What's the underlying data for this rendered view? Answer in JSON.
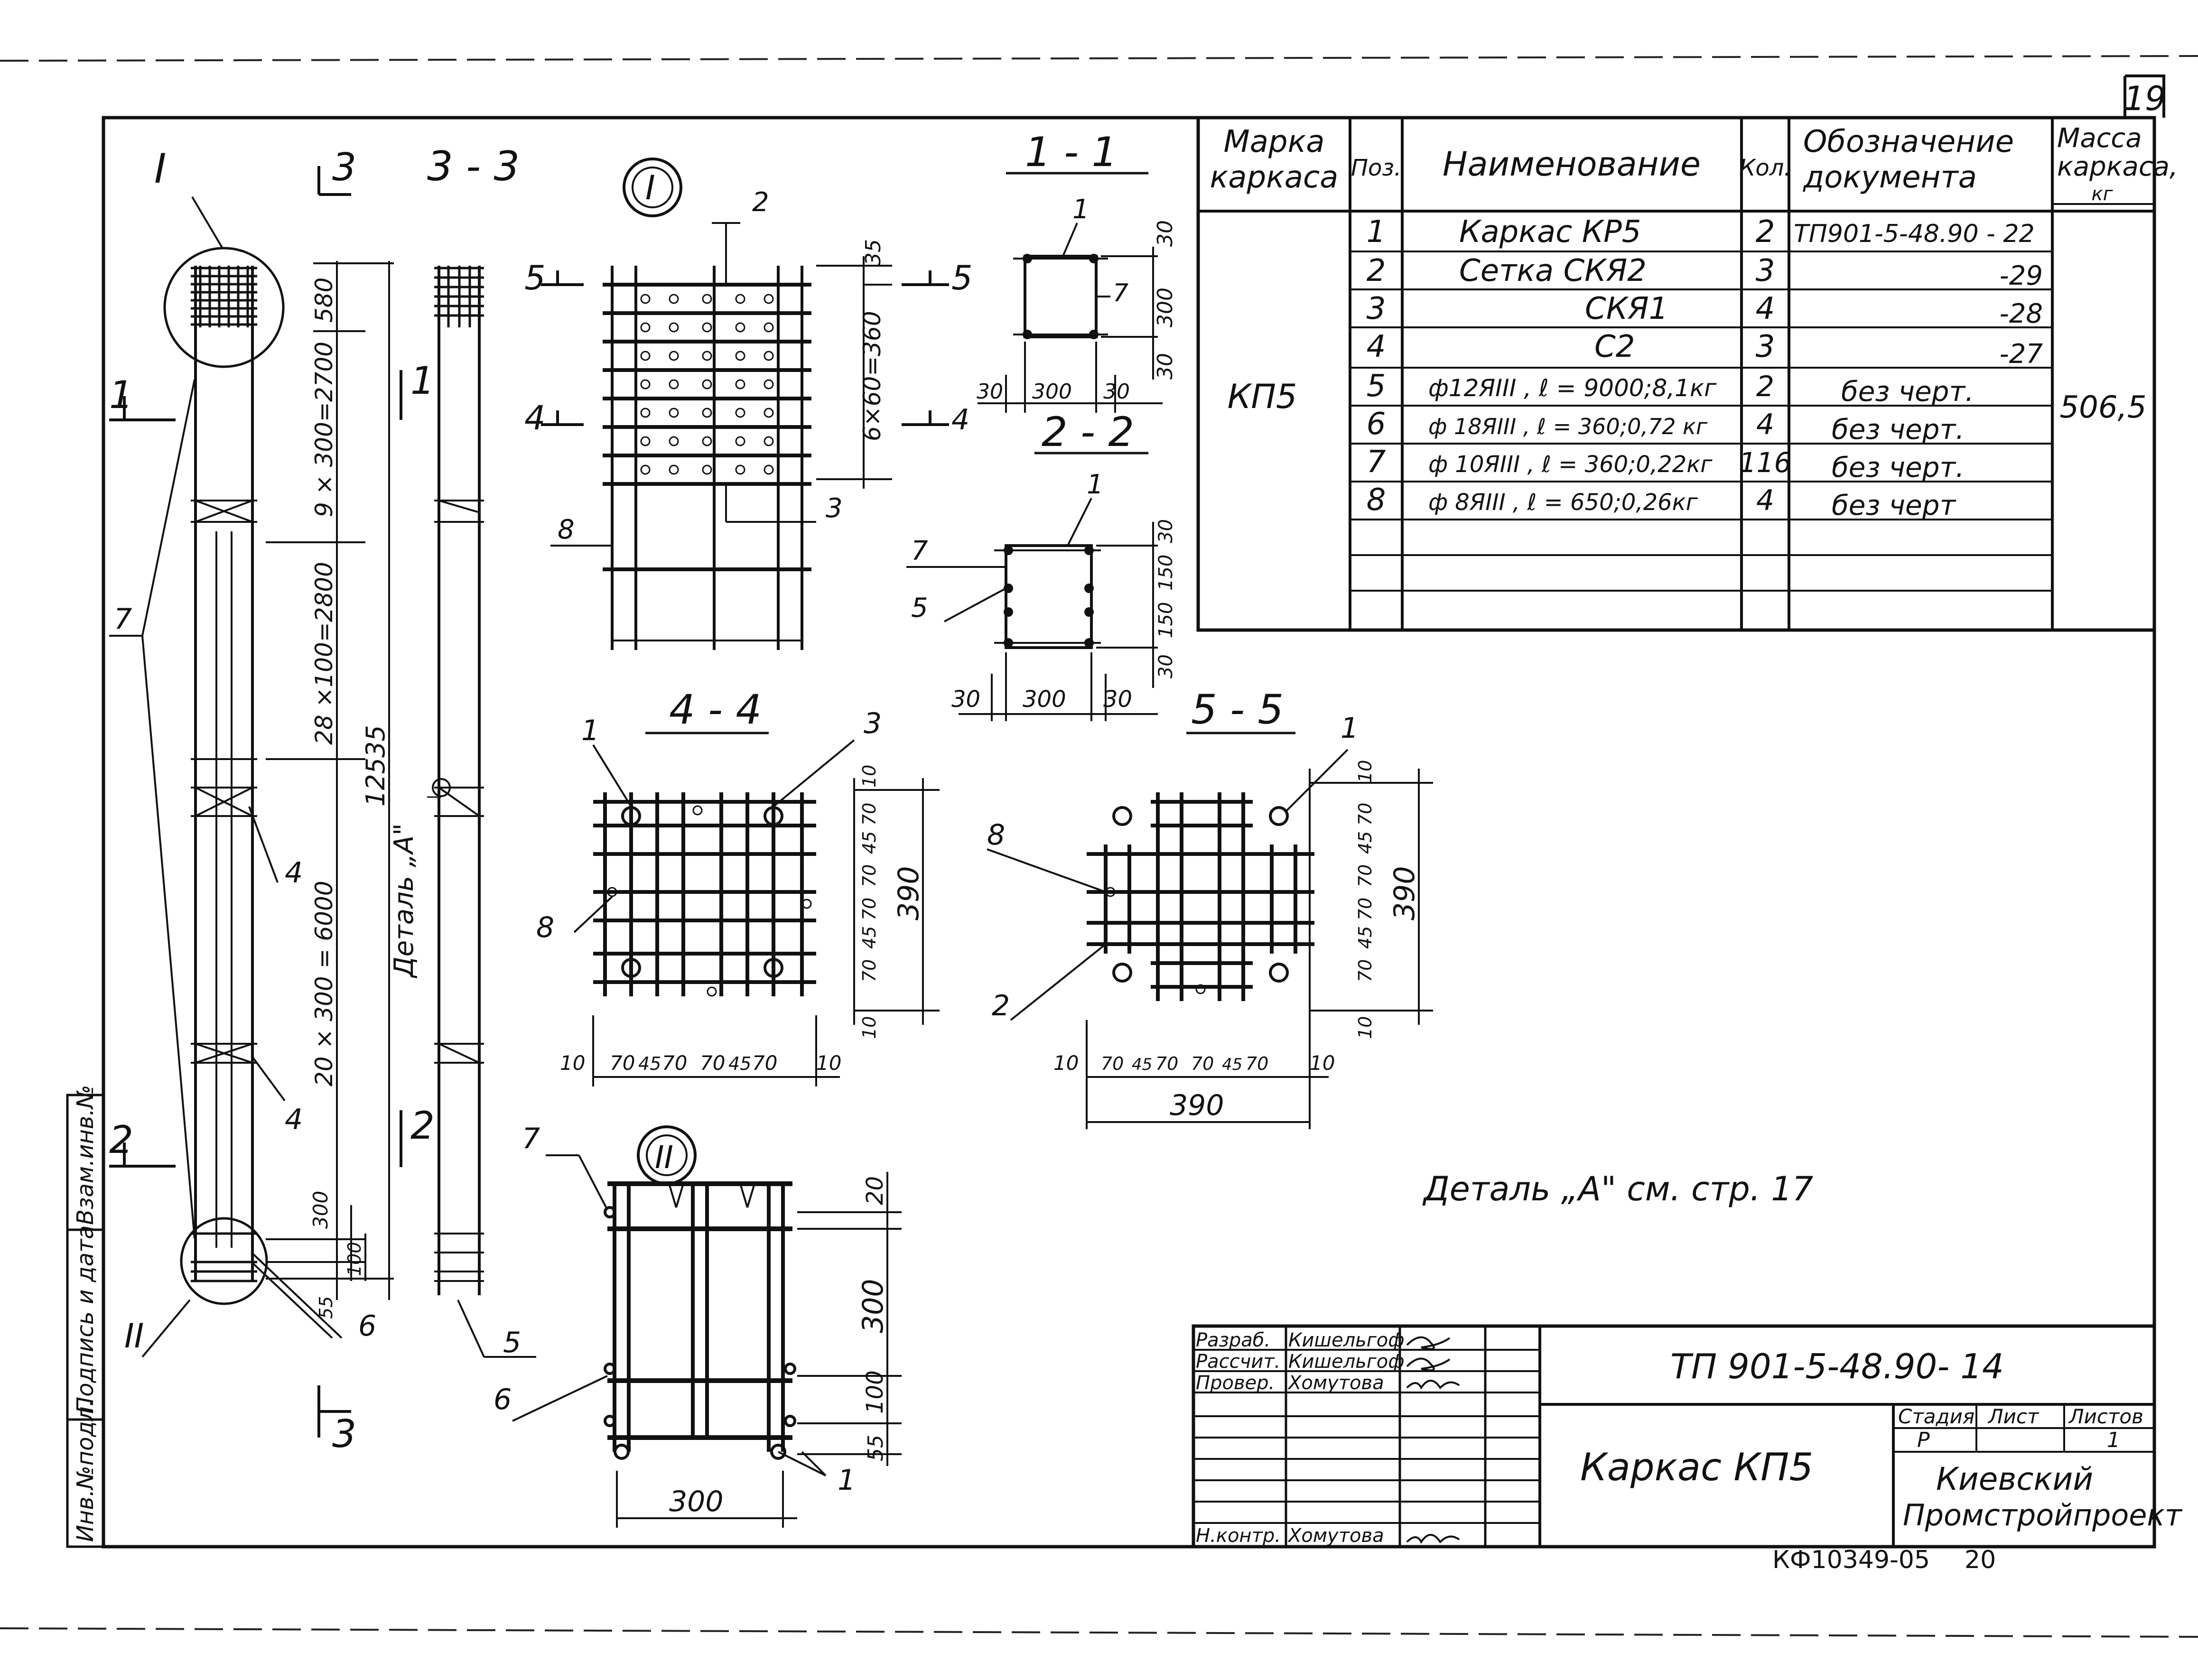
{
  "sheet_number": "19",
  "archive_code": "КФ10349-05",
  "archive_page": "20",
  "note": "Деталь „А\" см. стр. 17",
  "side_stamp": [
    "Инв.№подл.",
    "Подпись и дата",
    "Взам.инв.№"
  ],
  "views": {
    "node_I": "I",
    "node_II": "II",
    "section_3_3": "3 - 3",
    "section_1_1": "1 - 1",
    "section_2_2": "2 - 2",
    "section_4_4": "4 - 4",
    "section_5_5": "5 - 5",
    "cut_3": "3",
    "cut_1": "1",
    "cut_2": "2",
    "cut_4": "4",
    "cut_5": "5",
    "detail_A": "Деталь „А\""
  },
  "dimensions": {
    "elev_580": "580",
    "elev_9x300": "9 × 300=2700",
    "elev_28x100": "28 ×100=2800",
    "elev_12535": "12535",
    "elev_20x300": "20 × 300 = 6000",
    "elev_300": "300",
    "elev_100": "100",
    "elev_55": "55",
    "n1_35": "35",
    "n1_6x60": "6×60=360",
    "s11_30a": "30",
    "s11_300v": "300",
    "s11_30b": "30",
    "s11_30l": "30",
    "s11_300h": "300",
    "s11_30r": "30",
    "s22_30a": "30",
    "s22_150a": "150",
    "s22_150b": "150",
    "s22_30b": "30",
    "s22_30l": "30",
    "s22_300h": "300",
    "s22_30r": "30",
    "s44_390": "390",
    "s44_v": [
      "10",
      "70",
      "45",
      "70",
      "70",
      "45",
      "70",
      "10"
    ],
    "s44_h": [
      "10",
      "70",
      "45",
      "70",
      "70",
      "45",
      "70",
      "10"
    ],
    "s55_390v": "390",
    "s55_390h": "390",
    "s55_v": [
      "10",
      "70",
      "45",
      "70",
      "70",
      "45",
      "70",
      "10"
    ],
    "s55_h": [
      "10",
      "70",
      "45",
      "70",
      "70",
      "45",
      "70",
      "10"
    ],
    "n2_20": "20",
    "n2_300v": "300",
    "n2_100": "100",
    "n2_55": "55",
    "n2_300h": "300"
  },
  "position_marks": {
    "p1": "1",
    "p2": "2",
    "p3": "3",
    "p4": "4",
    "p5": "5",
    "p6": "6",
    "p7": "7",
    "p8": "8"
  },
  "spec": {
    "headers": {
      "mark": [
        "Марка",
        "каркаса"
      ],
      "pos": "Поз.",
      "name": "Наименование",
      "qty": "Кол.",
      "doc": [
        "Обозначение",
        "документа"
      ],
      "mass": [
        "Масса",
        "каркаса,",
        "кг"
      ]
    },
    "mark_value": "КП5",
    "mass_value": "506,5",
    "rows": [
      {
        "pos": "1",
        "name": "Каркас  КР5",
        "qty": "2",
        "doc": "ТП901-5-48.90 - 22"
      },
      {
        "pos": "2",
        "name": "Сетка  СКЯ2",
        "qty": "3",
        "doc": "-29"
      },
      {
        "pos": "3",
        "name": "СКЯ1",
        "qty": "4",
        "doc": "-28"
      },
      {
        "pos": "4",
        "name": "С2",
        "qty": "3",
        "doc": "-27"
      },
      {
        "pos": "5",
        "name": "ф12ЯIII , ℓ = 9000;8,1кг",
        "qty": "2",
        "doc": "без  черт."
      },
      {
        "pos": "6",
        "name": "ф 18ЯIII , ℓ = 360;0,72 кг",
        "qty": "4",
        "doc": "без  черт."
      },
      {
        "pos": "7",
        "name": "ф 10ЯIII , ℓ = 360;0,22кг",
        "qty": "116",
        "doc": "без  черт."
      },
      {
        "pos": "8",
        "name": "ф 8ЯIII , ℓ = 650;0,26кг",
        "qty": "4",
        "doc": "без  черт"
      }
    ]
  },
  "title_block": {
    "document": "ТП 901-5-48.90- 14",
    "title": "Каркас  КП5",
    "stage_label": "Стадия",
    "sheet_label": "Лист",
    "sheets_label": "Листов",
    "stage": "Р",
    "sheets": "1",
    "org": [
      "Киевский",
      "Промстройпроект"
    ],
    "roles": [
      {
        "role": "Разраб.",
        "name": "Кишельгоф"
      },
      {
        "role": "Рассчит.",
        "name": "Кишельгоф"
      },
      {
        "role": "Провер.",
        "name": "Хомутова"
      },
      {
        "role": "Н.контр.",
        "name": "Хомутова"
      }
    ]
  }
}
